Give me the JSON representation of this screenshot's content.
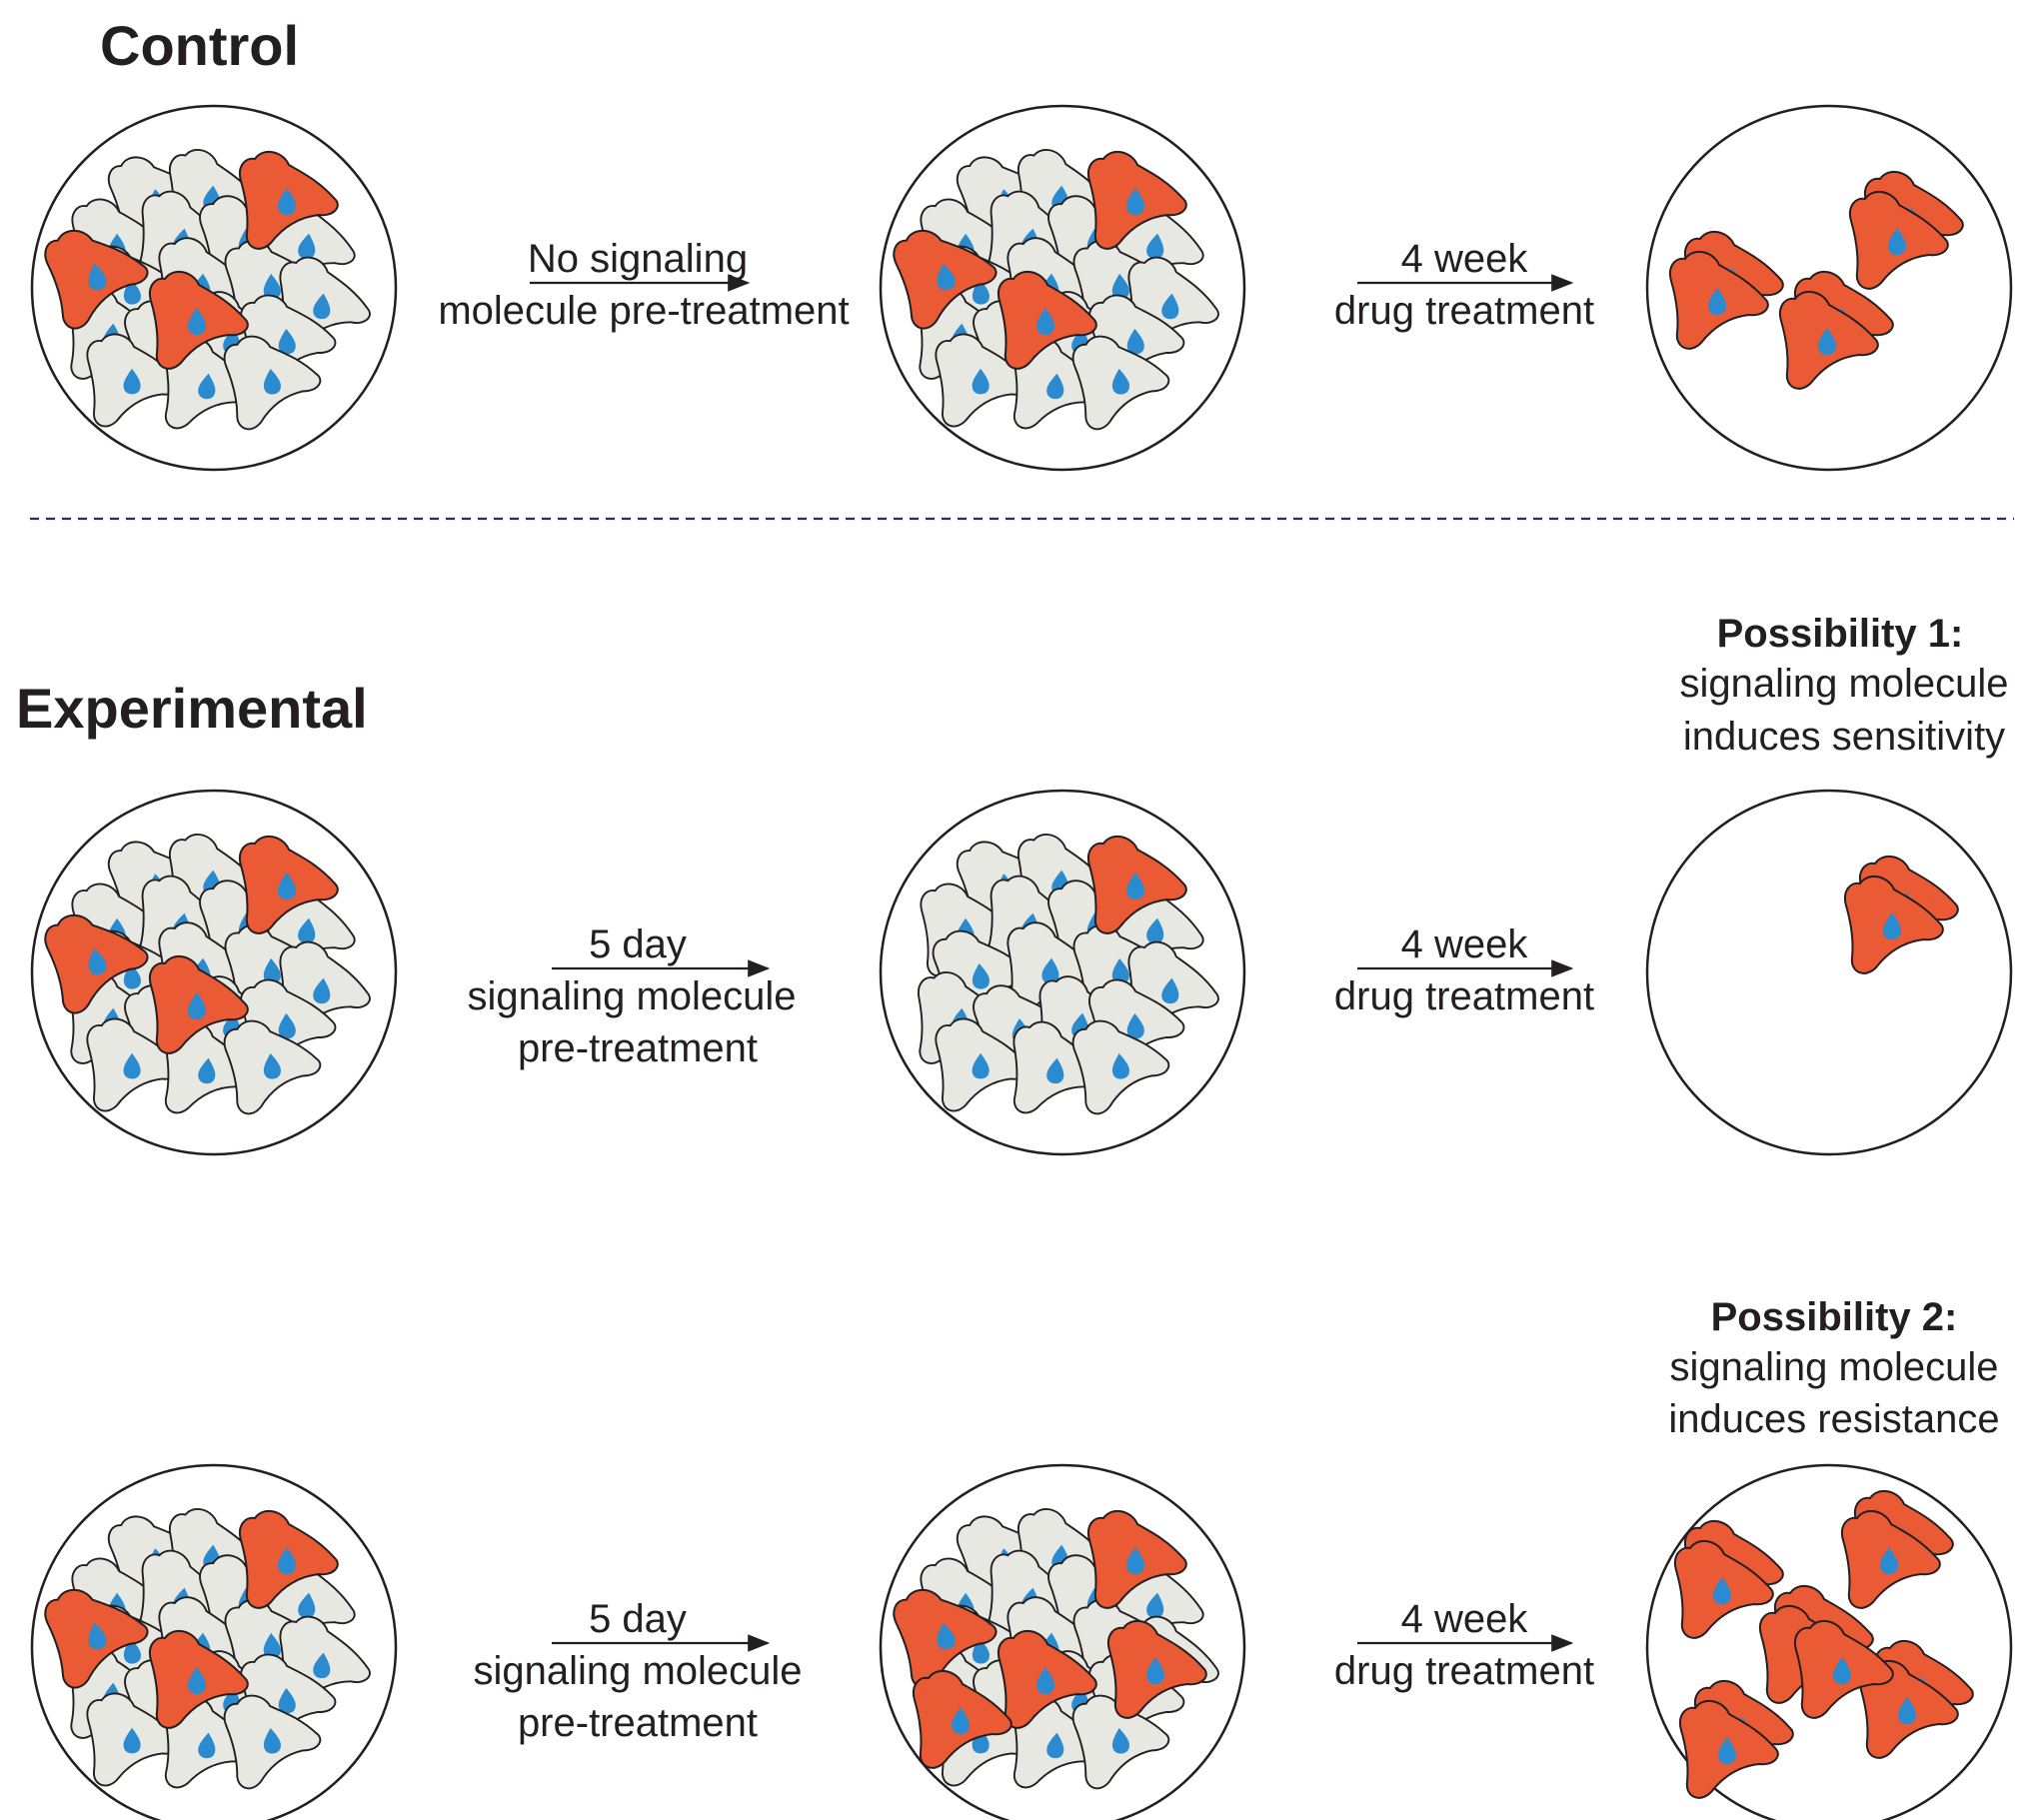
{
  "colors": {
    "sensitive_cell": "#e8e8e2",
    "resistant_cell": "#ea5a35",
    "nucleus": "#2b8bd0",
    "divider": "#1f2d5a"
  },
  "control": {
    "title": "Control",
    "step1": [
      "No signaling",
      "molecule pre-treatment"
    ],
    "step2": [
      "4 week",
      "drug treatment"
    ]
  },
  "experimental": {
    "title": "Experimental",
    "step1": [
      "5 day",
      "signaling molecule",
      "pre-treatment"
    ],
    "step2": [
      "4 week",
      "drug treatment"
    ],
    "possibility1": {
      "title": "Possibility 1:",
      "lines": [
        "signaling molecule",
        "induces sensitivity"
      ]
    },
    "possibility2": {
      "title": "Possibility 2:",
      "step1": [
        "5 day",
        "signaling molecule",
        "pre-treatment"
      ],
      "step2": [
        "4 week",
        "drug treatment"
      ],
      "title_label": "Possibility 2:",
      "lines": [
        "signaling molecule",
        "induces resistance"
      ]
    }
  }
}
